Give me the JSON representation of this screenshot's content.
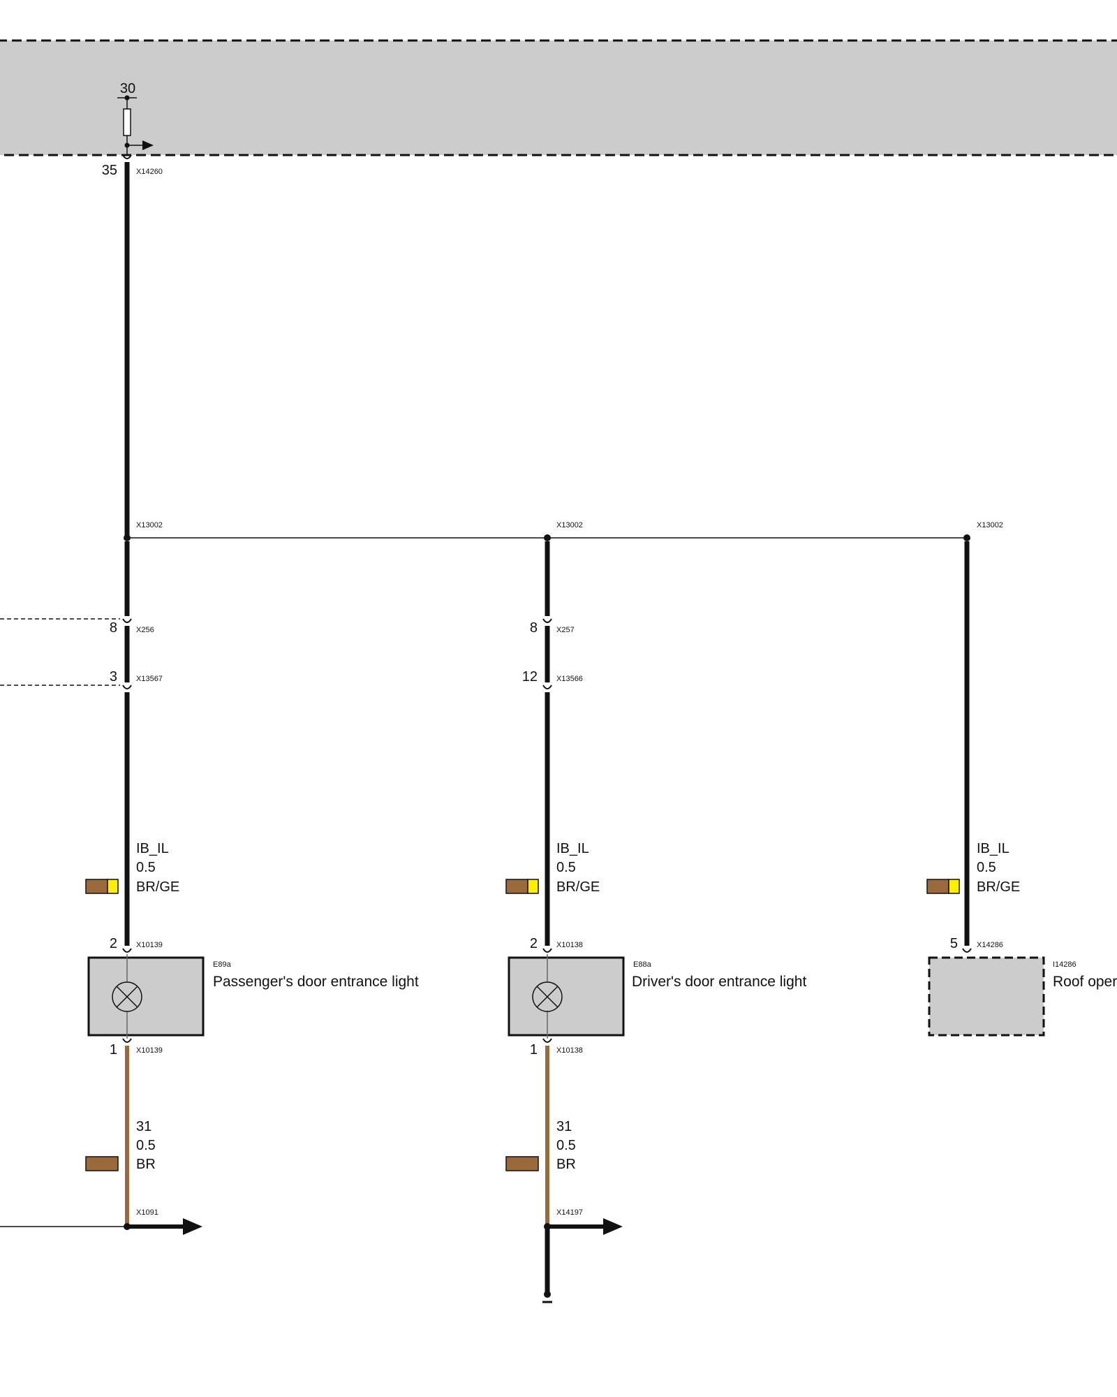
{
  "top_module": {
    "terminal": "30",
    "pin": "35",
    "connector": "X14260"
  },
  "splice": {
    "left": "X13002",
    "mid": "X13002",
    "right": "X13002"
  },
  "passenger_branch": {
    "conn1_pin": "8",
    "conn1": "X256",
    "conn2_pin": "3",
    "conn2": "X13567",
    "wire_signal": "IB_IL",
    "wire_size": "0.5",
    "wire_color": "BR/GE",
    "comp_top_pin": "2",
    "comp_top_conn": "X10139",
    "comp_id": "E89a",
    "comp_name": "Passenger's door entrance light",
    "comp_bot_pin": "1",
    "comp_bot_conn": "X10139",
    "gnd_signal": "31",
    "gnd_size": "0.5",
    "gnd_color": "BR",
    "ground_conn": "X1091"
  },
  "driver_branch": {
    "conn1_pin": "8",
    "conn1": "X257",
    "conn2_pin": "12",
    "conn2": "X13566",
    "wire_signal": "IB_IL",
    "wire_size": "0.5",
    "wire_color": "BR/GE",
    "comp_top_pin": "2",
    "comp_top_conn": "X10138",
    "comp_id": "E88a",
    "comp_name": "Driver's door entrance light",
    "comp_bot_pin": "1",
    "comp_bot_conn": "X10138",
    "gnd_signal": "31",
    "gnd_size": "0.5",
    "gnd_color": "BR",
    "ground_conn": "X14197"
  },
  "roof_branch": {
    "wire_signal": "IB_IL",
    "wire_size": "0.5",
    "wire_color": "BR/GE",
    "comp_pin": "5",
    "comp_conn": "X14286",
    "comp_id": "I14286",
    "comp_name": "Roof oper"
  },
  "colors": {
    "brown": "#9b6a3c",
    "yellow": "#ffee00",
    "module_fill": "#cccccc",
    "wire": "#111111"
  }
}
